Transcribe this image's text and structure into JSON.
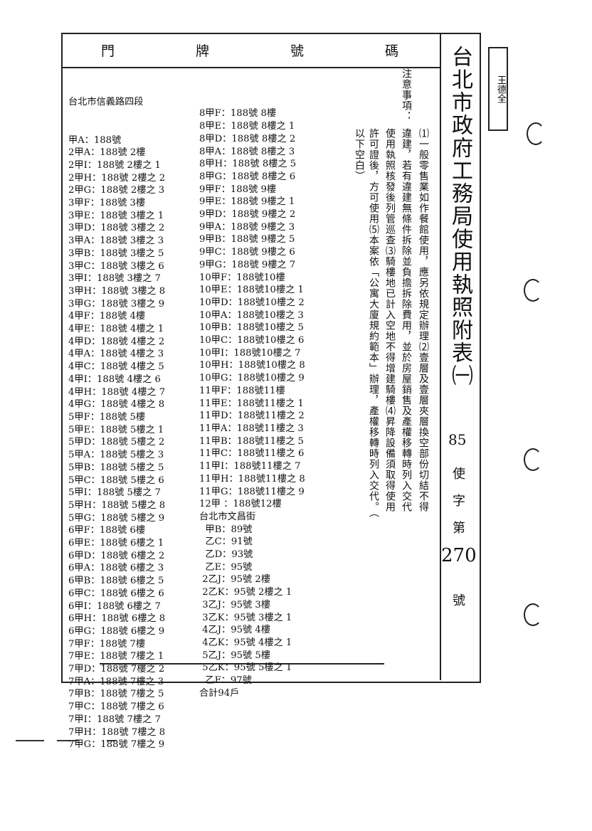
{
  "header": {
    "cells": [
      "門",
      "牌",
      "號",
      "碼"
    ]
  },
  "title": {
    "main": "台北市政府工務局使用執照附表",
    "sub": "㈠",
    "year": "85",
    "label_chars": [
      "使",
      "字",
      "第"
    ],
    "number": "270",
    "unit": "號"
  },
  "stamp_text": "王德全",
  "street1": "台北市信義路四段",
  "list_left": [
    "甲A：188號",
    "2甲A：188號 2樓",
    "2甲I：188號 2樓之 1",
    "2甲H：188號 2樓之 2",
    "2甲G：188號 2樓之 3",
    "3甲F：188號 3樓",
    "3甲E：188號 3樓之 1",
    "3甲D：188號 3樓之 2",
    "3甲A：188號 3樓之 3",
    "3甲B：188號 3樓之 5",
    "3甲C：188號 3樓之 6",
    "3甲I：188號 3樓之 7",
    "3甲H：188號 3樓之 8",
    "3甲G：188號 3樓之 9",
    "4甲F：188號 4樓",
    "4甲E：188號 4樓之 1",
    "4甲D：188號 4樓之 2",
    "4甲A：188號 4樓之 3",
    "4甲C：188號 4樓之 5",
    "4甲I：188號 4樓之 6",
    "4甲H：188號 4樓之 7",
    "4甲G：188號 4樓之 8",
    "5甲F：188號 5樓",
    "5甲E：188號 5樓之 1",
    "5甲D：188號 5樓之 2",
    "5甲A：188號 5樓之 3",
    "5甲B：188號 5樓之 5",
    "5甲C：188號 5樓之 6",
    "5甲I：188號 5樓之 7",
    "5甲H：188號 5樓之 8",
    "5甲G：188號 5樓之 9",
    "6甲F：188號 6樓",
    "6甲E：188號 6樓之 1",
    "6甲D：188號 6樓之 2",
    "6甲A：188號 6樓之 3",
    "6甲B：188號 6樓之 5",
    "6甲C：188號 6樓之 6",
    "6甲I：188號 6樓之 7",
    "6甲H：188號 6樓之 8",
    "6甲G：188號 6樓之 9",
    "7甲F：188號 7樓",
    "7甲E：188號 7樓之 1",
    "7甲D：188號 7樓之 2",
    "7甲A：188號 7樓之 3",
    "7甲B：188號 7樓之 5",
    "7甲C：188號 7樓之 6",
    "7甲I：188號 7樓之 7",
    "7甲H：188號 7樓之 8",
    "7甲G：188號 7樓之 9"
  ],
  "list_right": [
    "8甲F：188號 8樓",
    "8甲E：188號 8樓之 1",
    "8甲D：188號 8樓之 2",
    "8甲A：188號 8樓之 3",
    "8甲H：188號 8樓之 5",
    "8甲G：188號 8樓之 6",
    "9甲F：188號 9樓",
    "9甲E：188號 9樓之 1",
    "9甲D：188號 9樓之 2",
    "9甲A：188號 9樓之 3",
    "9甲B：188號 9樓之 5",
    "9甲C：188號 9樓之 6",
    "9甲G：188號 9樓之 7",
    "10甲F：188號10樓",
    "10甲E：188號10樓之 1",
    "10甲D：188號10樓之 2",
    "10甲A：188號10樓之 3",
    "10甲B：188號10樓之 5",
    "10甲C：188號10樓之 6",
    "10甲I：188號10樓之 7",
    "10甲H：188號10樓之 8",
    "10甲G：188號10樓之 9",
    "11甲F：188號11樓",
    "11甲E：188號11樓之 1",
    "11甲D：188號11樓之 2",
    "11甲A：188號11樓之 3",
    "11甲B：188號11樓之 5",
    "11甲C：188號11樓之 6",
    "11甲I：188號11樓之 7",
    "11甲H：188號11樓之 8",
    "11甲G：188號11樓之 9",
    "12甲 ：188號12樓",
    "台北市文昌街",
    "  甲B：89號",
    "  乙C：91號",
    "  乙D：93號",
    "  乙E：95號",
    " 2乙J：95號 2樓",
    " 2乙K：95號 2樓之 1",
    " 3乙J：95號 3樓",
    " 3乙K：95號 3樓之 1",
    " 4乙J：95號 4樓",
    " 4乙K：95號 4樓之 1",
    " 5乙J：95號 5樓",
    " 5乙K：95號 5樓之 1",
    "  乙F：97號",
    "合計94戶"
  ],
  "notes": [
    "注意事項：",
    "⑴一般零售業如作餐館使用，應另依規定辦理⑵壹層及壹層夾層換空部份切結不得",
    "違建，若有違建無條件拆除並負擔拆除費用，並於房屋銷售及產權移轉時列入交代",
    "使用執照核發後列管巡查⑶騎樓地已計入空地不得增建騎樓⑷昇降設備須取得使用",
    "許可證後，方可使用⑸本案依「公寓大廈規約範本」辦理，產權移轉時列入交代。（",
    "以下空白）"
  ]
}
